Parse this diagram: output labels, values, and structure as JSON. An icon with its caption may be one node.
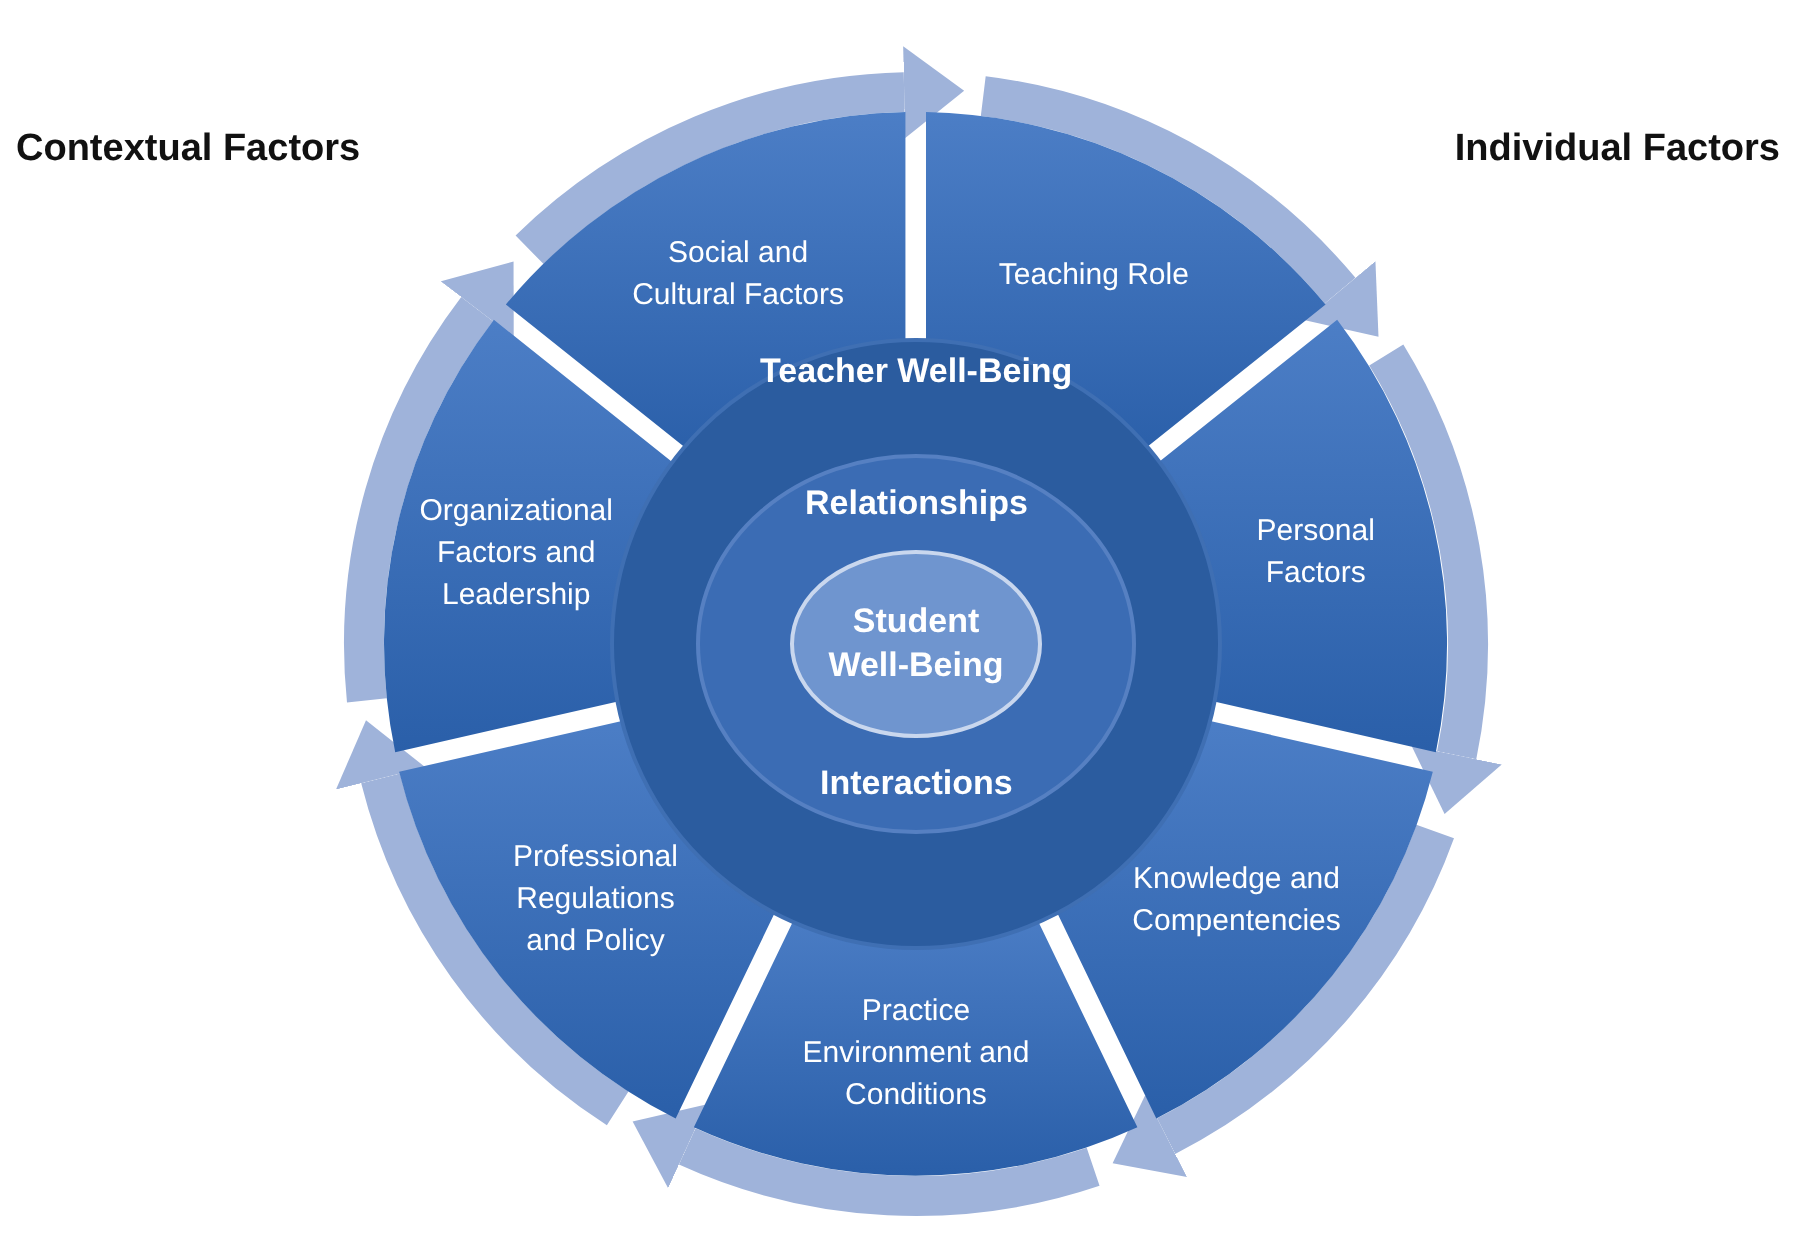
{
  "diagram": {
    "nodes": [
      {
        "text": [
          "Social and Cultural Factors"
        ]
      },
      {
        "text": [
          "Teaching Role"
        ]
      },
      {
        "text": [
          "Personal Factors"
        ]
      },
      {
        "text": [
          "Knowledge and Compentencies"
        ]
      },
      {
        "text": [
          "Practice Environment and Conditions"
        ]
      },
      {
        "text": [
          "Professional Regulations and Policy"
        ]
      },
      {
        "text": [
          "Organizational Factors and Leadership"
        ]
      },
      {
        "text": [
          "Teacher Well-Being"
        ]
      },
      {
        "text": [
          "Relationships",
          "Interactions"
        ],
        "in": 7
      },
      {
        "text": [
          "Student Well-Being"
        ],
        "in": 8
      }
    ],
    "edges": [
      {
        "from": 0,
        "to": 1,
        "arrow": "to"
      },
      {
        "from": 1,
        "to": 2,
        "arrow": "to"
      },
      {
        "from": 2,
        "to": 3,
        "arrow": "to"
      },
      {
        "from": 3,
        "to": 4,
        "arrow": "to"
      },
      {
        "from": 4,
        "to": 5,
        "arrow": "to"
      },
      {
        "from": 5,
        "to": 6,
        "arrow": "to"
      },
      {
        "from": 6,
        "to": 0,
        "arrow": "to"
      }
    ],
    "labels": [
      "Contextual Factors",
      "Individual Factors"
    ]
  }
}
